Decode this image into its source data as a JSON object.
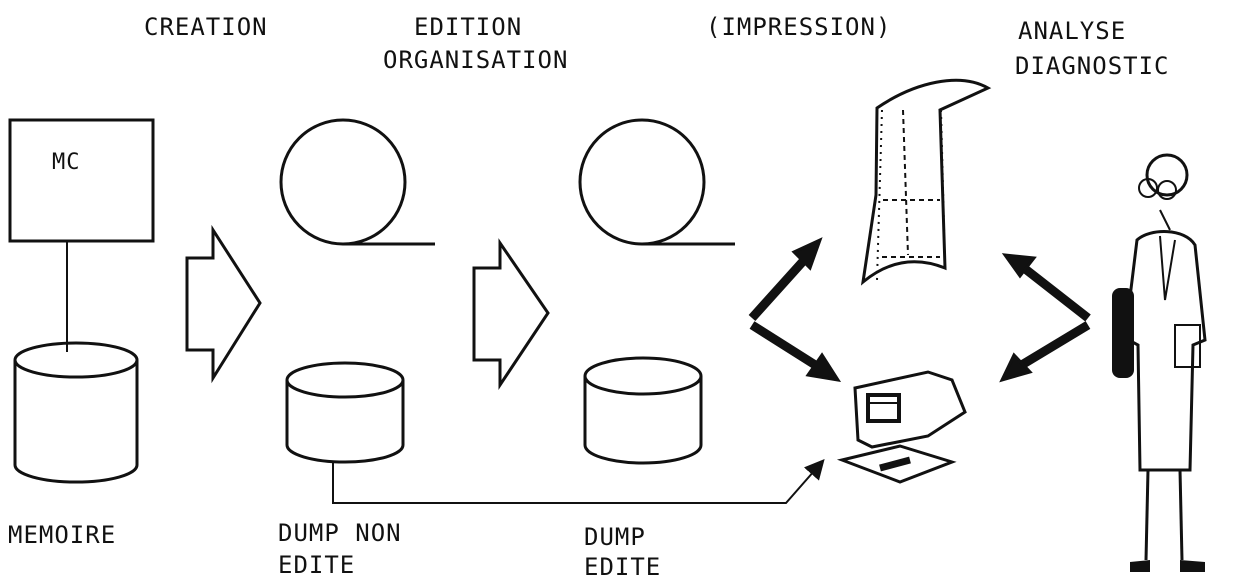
{
  "stages": {
    "creation": "CREATION",
    "edition_line1": "EDITION",
    "edition_line2": "ORGANISATION",
    "impression": "(IMPRESSION)",
    "analyse_line1": "ANALYSE",
    "analyse_line2": "DIAGNOSTIC"
  },
  "memory_box": {
    "label": "MC"
  },
  "captions": {
    "memoire": "MEMOIRE",
    "dump_non_line1": "DUMP NON",
    "dump_non_line2": "EDITE",
    "dump_edite_line1": "DUMP",
    "dump_edite_line2": "EDITE"
  },
  "icons": [
    "memory-box",
    "disk",
    "tape-reel",
    "hollow-arrow",
    "paper-printout",
    "computer-terminal",
    "analyst-person",
    "bold-arrow"
  ]
}
